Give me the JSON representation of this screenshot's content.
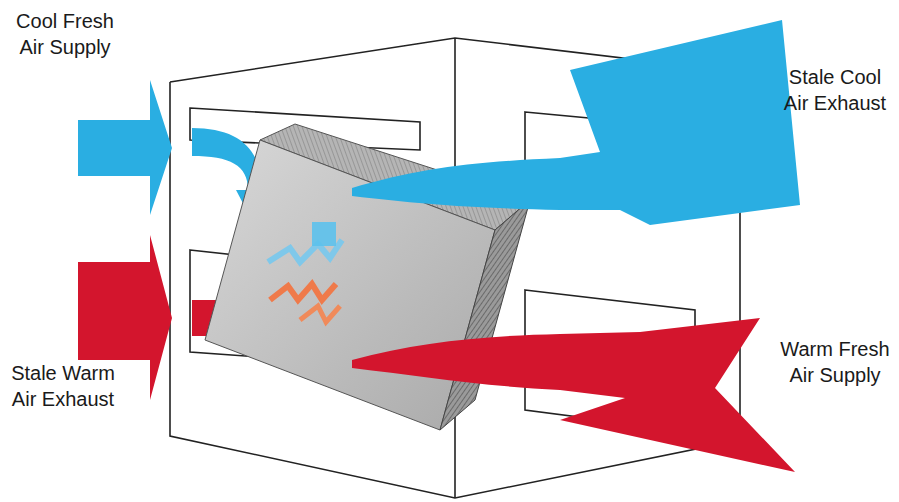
{
  "diagram": {
    "labels": [
      "Cool Fresh Air Supply",
      "Stale Cool Air Exhaust",
      "Stale Warm Air Exhaust",
      "Warm Fresh Air Supply"
    ]
  }
}
